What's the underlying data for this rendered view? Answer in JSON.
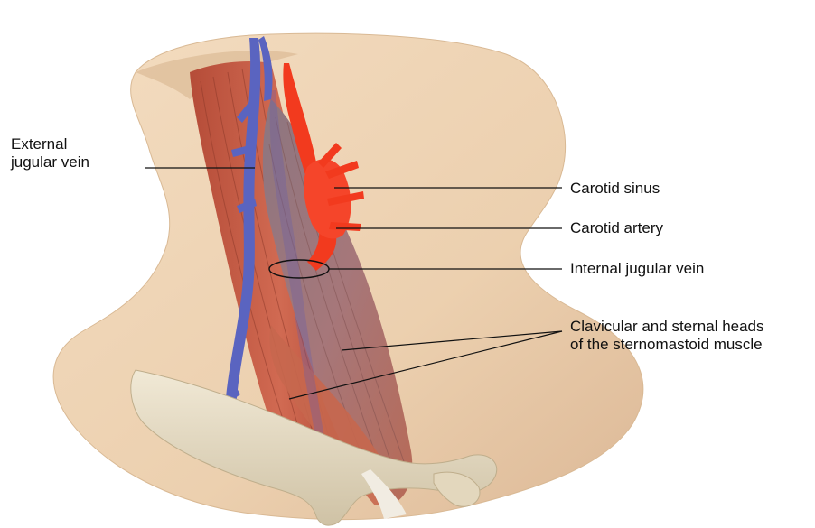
{
  "labels": {
    "external_jugular": [
      "External",
      "jugular vein"
    ],
    "carotid_sinus": "Carotid sinus",
    "carotid_artery": "Carotid artery",
    "internal_jugular": "Internal jugular vein",
    "sternomastoid": [
      "Clavicular and sternal heads",
      "of the sternomastoid muscle"
    ]
  },
  "colors": {
    "skin": "#edd3b4",
    "skin_shadow": "#d8b592",
    "muscle": "#c55e47",
    "muscle_dark": "#9e3f2e",
    "vein": "#5a64c0",
    "artery": "#f23a1e",
    "bone": "#e6dcc4",
    "leader_line": "#111111"
  }
}
